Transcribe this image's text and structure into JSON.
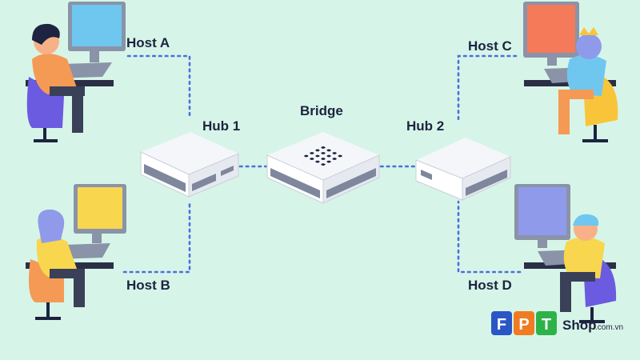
{
  "diagram": {
    "hosts": {
      "a": {
        "label": "Host A",
        "screen_color": "#6fc7ef"
      },
      "b": {
        "label": "Host B",
        "screen_color": "#f8d64e"
      },
      "c": {
        "label": "Host C",
        "screen_color": "#f47a5a"
      },
      "d": {
        "label": "Host D",
        "screen_color": "#8f9bea"
      }
    },
    "devices": {
      "hub1": {
        "label": "Hub 1"
      },
      "hub2": {
        "label": "Hub 2"
      },
      "bridge": {
        "label": "Bridge"
      }
    },
    "link_color": "#4d6ee0"
  },
  "brand": {
    "letters": [
      "F",
      "P",
      "T"
    ],
    "letter_colors": [
      "#2a56c6",
      "#f07b21",
      "#2db24a"
    ],
    "name": "Shop",
    "suffix": ".com.vn"
  },
  "colors": {
    "background": "#d6f5e8",
    "text": "#1d2340",
    "device_top": "#f4f6fa",
    "device_side": "#8a93a8",
    "chair": "#6b5be0",
    "desk": "#2b2f45"
  }
}
